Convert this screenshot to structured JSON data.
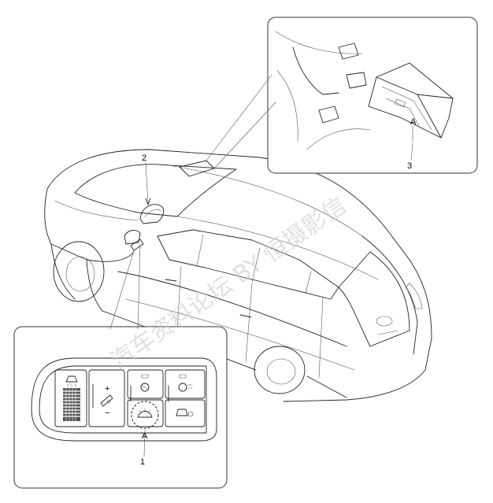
{
  "callouts": [
    {
      "id": "1",
      "label": "1"
    },
    {
      "id": "2",
      "label": "2"
    },
    {
      "id": "3",
      "label": "3"
    }
  ],
  "markers": {
    "a": "A"
  },
  "watermark": "汽车资料论坛 BY 恒摄影信",
  "colors": {
    "line": "#222222",
    "panel_border": "#333333",
    "watermark": "#c8c8c8"
  }
}
